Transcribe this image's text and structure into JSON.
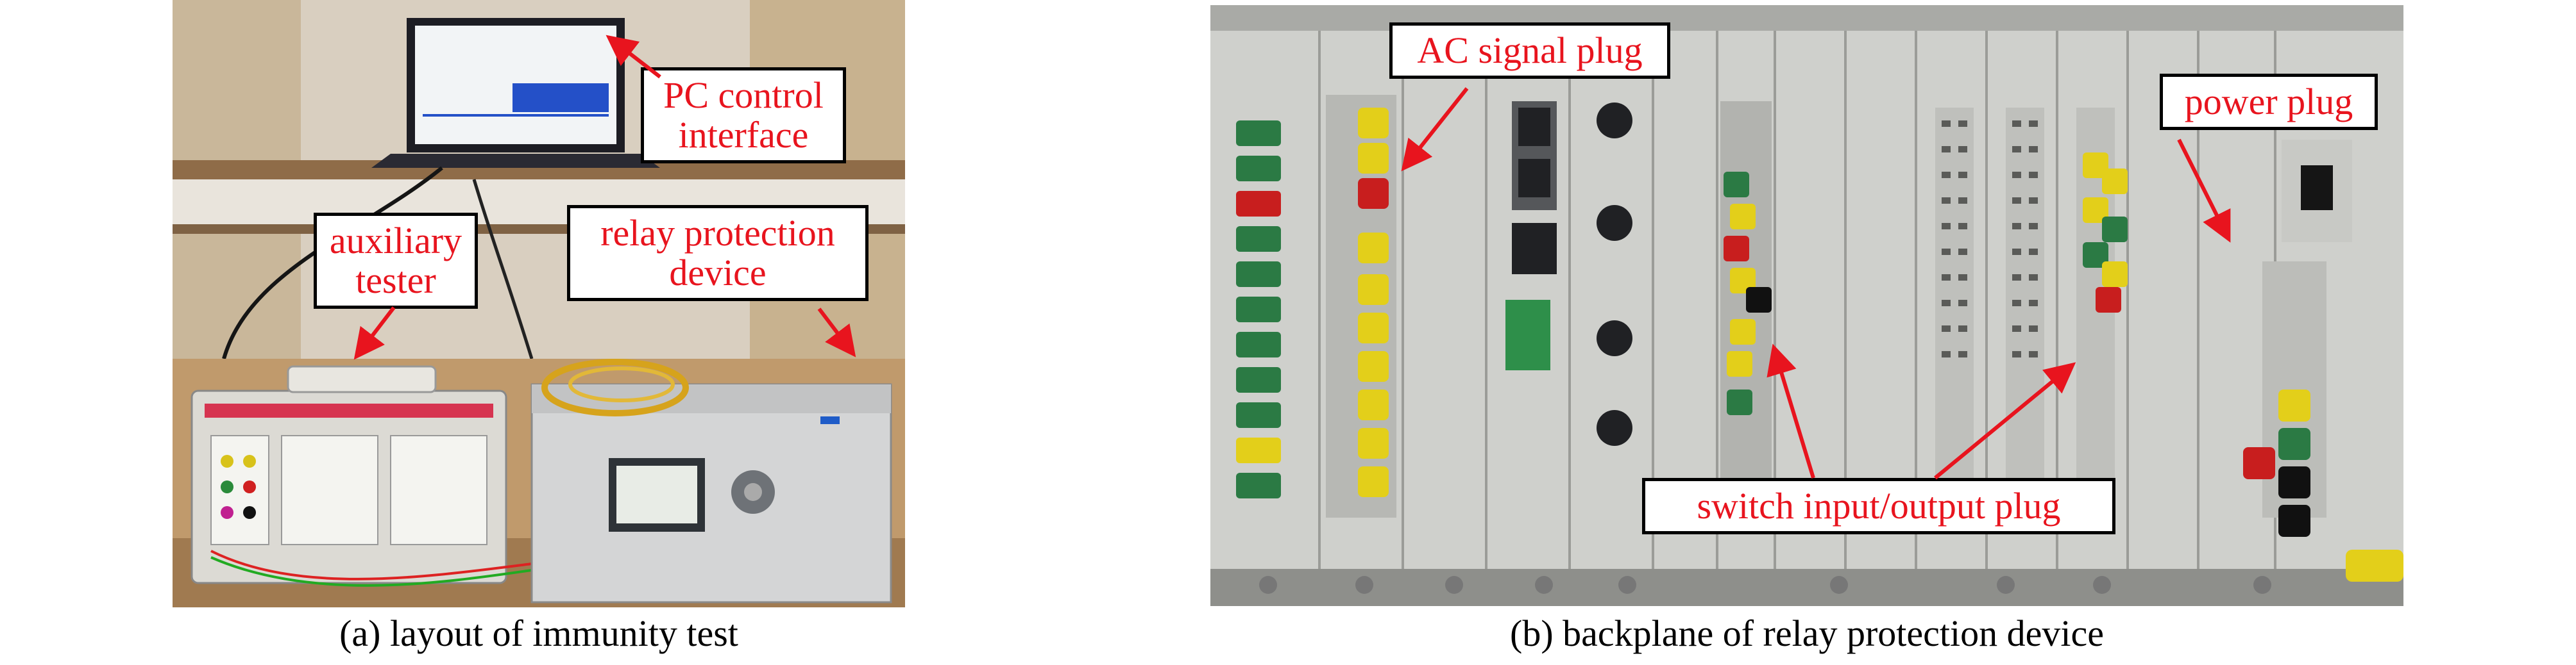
{
  "panel_a": {
    "caption": "(a) layout of immunity test",
    "labels": {
      "pc": [
        "PC control",
        "interface"
      ],
      "aux": [
        "auxiliary",
        "tester"
      ],
      "relay": [
        "relay protection",
        "device"
      ]
    }
  },
  "panel_b": {
    "caption": "(b) backplane of relay protection device",
    "labels": {
      "ac": "AC signal plug",
      "power": "power plug",
      "switch": "switch input/output plug"
    }
  },
  "colors": {
    "label_text": "#e8141e",
    "arrow": "#e8141e"
  }
}
